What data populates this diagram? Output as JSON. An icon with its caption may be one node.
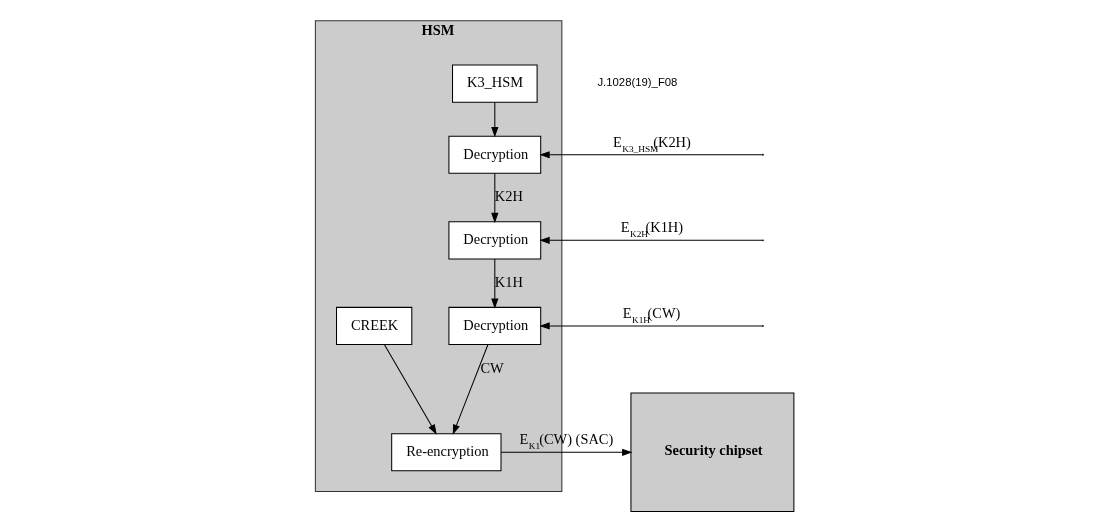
{
  "diagram": {
    "nodes": [
      {
        "text": [
          "HSM"
        ]
      },
      {
        "text": [
          "K3_HSM"
        ],
        "in": 0
      },
      {
        "text": [
          "CREEK"
        ],
        "in": 0
      },
      {
        "text": [
          "Decryption"
        ],
        "in": 0
      },
      {
        "text": [
          "Decryption"
        ],
        "in": 0
      },
      {
        "text": [
          "Decryption"
        ],
        "in": 0
      },
      {
        "text": [
          "Re-encryption"
        ],
        "in": 0
      },
      {
        "text": [
          "Security chipset"
        ]
      }
    ],
    "edges": [
      {
        "from": null,
        "to": 3,
        "arrow": "to",
        "label": "E$_{K3_HSM}$(K2H)"
      },
      {
        "from": 1,
        "to": 3,
        "arrow": "to"
      },
      {
        "from": 3,
        "to": 4,
        "arrow": "to",
        "label": "K2H"
      },
      {
        "from": null,
        "to": 4,
        "arrow": "to",
        "label": "E$_{K2H}$(K1H)"
      },
      {
        "from": 4,
        "to": 5,
        "arrow": "to",
        "label": "K1H"
      },
      {
        "from": null,
        "to": 5,
        "arrow": "to",
        "label": "E$_{K1H}$(CW)"
      },
      {
        "from": 5,
        "to": 6,
        "arrow": "to",
        "label": "CW"
      },
      {
        "from": 2,
        "to": 6,
        "arrow": "to"
      },
      {
        "from": 6,
        "to": 7,
        "arrow": "to",
        "label": "E$_{K1}$(CW) (SAC)"
      }
    ],
    "labels": [
      "J.1028(19)_F08"
    ]
  }
}
